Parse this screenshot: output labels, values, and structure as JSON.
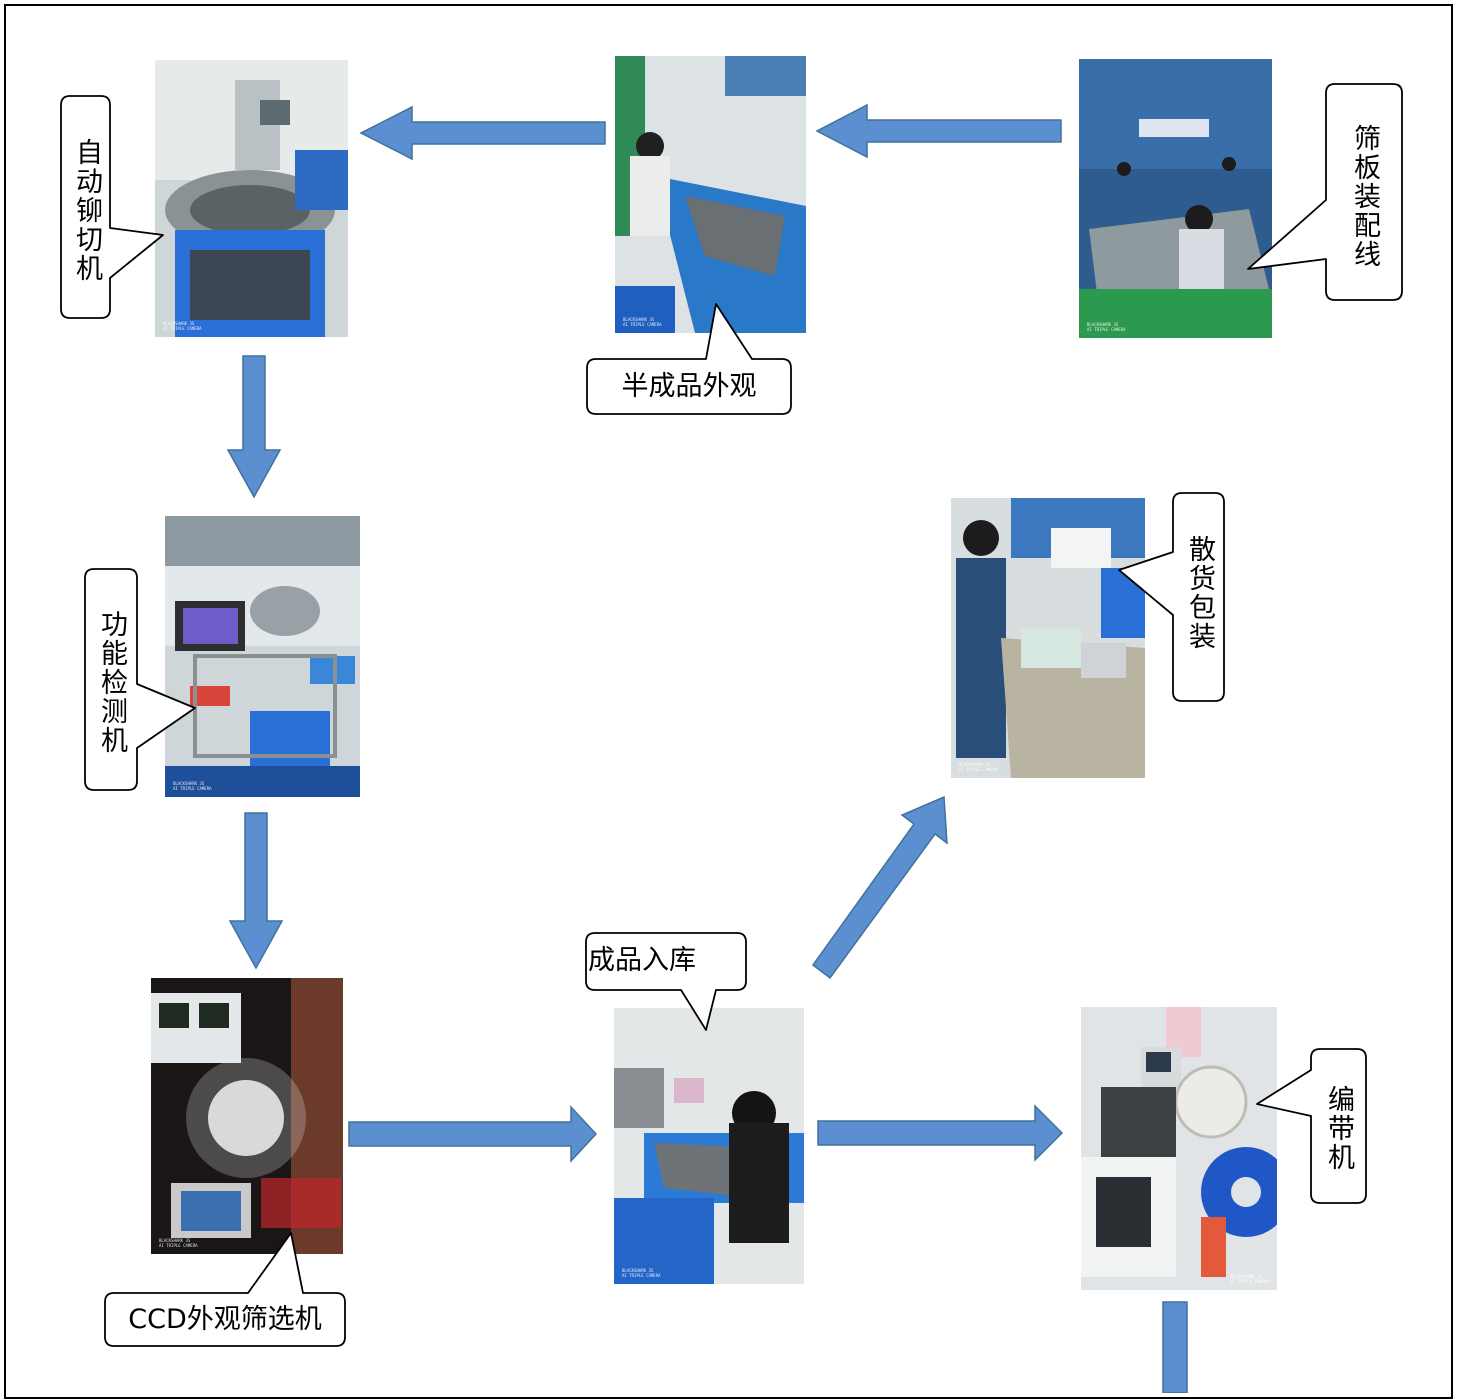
{
  "diagram": {
    "steps": {
      "auto_rivet": {
        "label": "自动铆切机"
      },
      "semi_inspect": {
        "label": "半成品外观"
      },
      "sieve_line": {
        "label": "筛板装配线"
      },
      "function_test": {
        "label": "功能检测机"
      },
      "bulk_pack": {
        "label": "散货包装"
      },
      "ccd_screen": {
        "label": "CCD外观筛选机"
      },
      "warehouse": {
        "label": "成品入库"
      },
      "taping": {
        "label": "编带机"
      }
    },
    "photo_watermark": "BLACKSHARK 3S\nAI TRIPLE CAMERA",
    "photo_watermark_alt": "BLACKSHARK 3S\nAI TRIPLE CAMERA"
  },
  "colors": {
    "arrow_fill": "#5B8FD0",
    "arrow_stroke": "#41719C",
    "callout_stroke": "#000000",
    "frame": "#000000"
  }
}
